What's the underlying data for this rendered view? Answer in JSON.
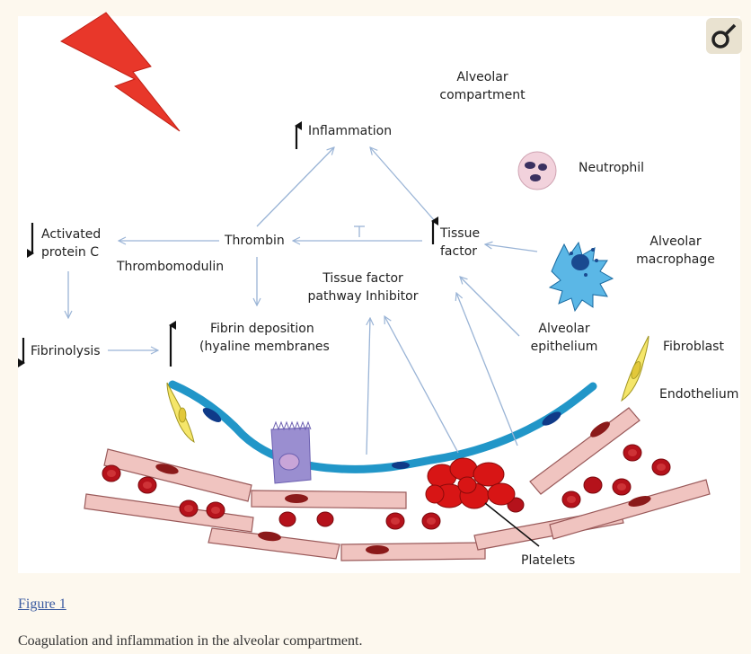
{
  "diagram": {
    "labels": {
      "alveolar_compartment_1": "Alveolar",
      "alveolar_compartment_2": "compartment",
      "inflammation": "Inflammation",
      "neutrophil": "Neutrophil",
      "activated_protein_c_1": "Activated",
      "activated_protein_c_2": "protein C",
      "thrombin": "Thrombin",
      "tissue_factor_1": "Tissue",
      "tissue_factor_2": "factor",
      "alveolar_macrophage_1": "Alveolar",
      "alveolar_macrophage_2": "macrophage",
      "thrombomodulin": "Thrombomodulin",
      "tfpi_1": "Tissue factor",
      "tfpi_2": "pathway Inhibitor",
      "fibrin_1": "Fibrin deposition",
      "fibrin_2": "(hyaline membranes",
      "alveolar_epithelium_1": "Alveolar",
      "alveolar_epithelium_2": "epithelium",
      "fibrinolysis": "Fibrinolysis",
      "fibroblast": "Fibroblast",
      "endothelium": "Endothelium",
      "platelets": "Platelets"
    },
    "colors": {
      "arrow": "#9ab4d6",
      "lightning": "#e8372a",
      "epithelium": "#2196c8",
      "vessel": "#f0c4c0",
      "rbc": "#b5121b",
      "platelet": "#d81515",
      "fibroblast": "#f5e66a",
      "macrophage": "#5bb7e6"
    },
    "icons": [
      "lightning-bolt-icon",
      "site-logo-icon"
    ]
  },
  "footer": {
    "figure_link": "Figure 1",
    "caption": "Coagulation and inflammation in the alveolar compartment."
  }
}
